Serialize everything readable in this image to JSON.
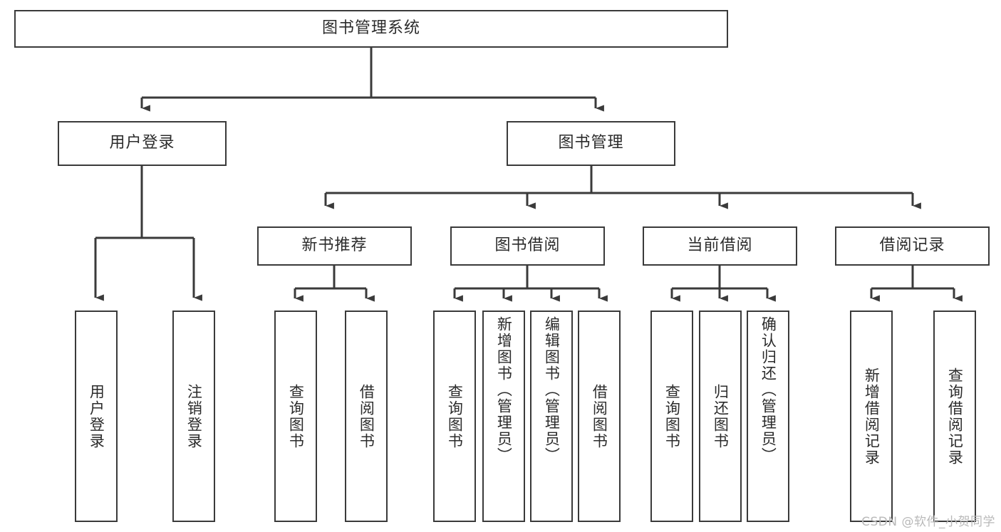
{
  "diagram": {
    "type": "tree-hierarchy-flowchart",
    "title_node": {
      "label": "图书管理系统"
    },
    "level1": [
      {
        "id": "user-login",
        "label": "用户登录"
      },
      {
        "id": "book-management",
        "label": "图书管理"
      }
    ],
    "level2": [
      {
        "id": "new-book-recommend",
        "label": "新书推荐",
        "parent": "book-management"
      },
      {
        "id": "book-borrow",
        "label": "图书借阅",
        "parent": "book-management"
      },
      {
        "id": "current-borrow",
        "label": "当前借阅",
        "parent": "book-management"
      },
      {
        "id": "borrow-record",
        "label": "借阅记录",
        "parent": "book-management"
      }
    ],
    "leaves": {
      "user_login": [
        {
          "id": "leaf-user-login",
          "label": "用户登录"
        },
        {
          "id": "leaf-logout-login",
          "label": "注销登录"
        }
      ],
      "new_book_recommend": [
        {
          "id": "leaf-query-book-1",
          "label": "查询图书"
        },
        {
          "id": "leaf-borrow-book-1",
          "label": "借阅图书"
        }
      ],
      "book_borrow": [
        {
          "id": "leaf-query-book-2",
          "label": "查询图书"
        },
        {
          "id": "leaf-add-book",
          "label": "新增图书（管理员）"
        },
        {
          "id": "leaf-edit-book",
          "label": "编辑图书（管理员）"
        },
        {
          "id": "leaf-borrow-book-2",
          "label": "借阅图书"
        }
      ],
      "current_borrow": [
        {
          "id": "leaf-query-book-3",
          "label": "查询图书"
        },
        {
          "id": "leaf-return-book",
          "label": "归还图书"
        },
        {
          "id": "leaf-confirm-return",
          "label": "确认归还（管理员）"
        }
      ],
      "borrow_record": [
        {
          "id": "leaf-add-borrow-record",
          "label": "新增借阅记录"
        },
        {
          "id": "leaf-query-borrow-record",
          "label": "查询借阅记录"
        }
      ]
    },
    "colors": {
      "stroke": "#3a3a3a",
      "text": "#2b2b2b",
      "background": "#ffffff",
      "watermark": "#b9b9b9"
    }
  },
  "watermark": {
    "text": "CSDN @软件_小贺同学"
  }
}
